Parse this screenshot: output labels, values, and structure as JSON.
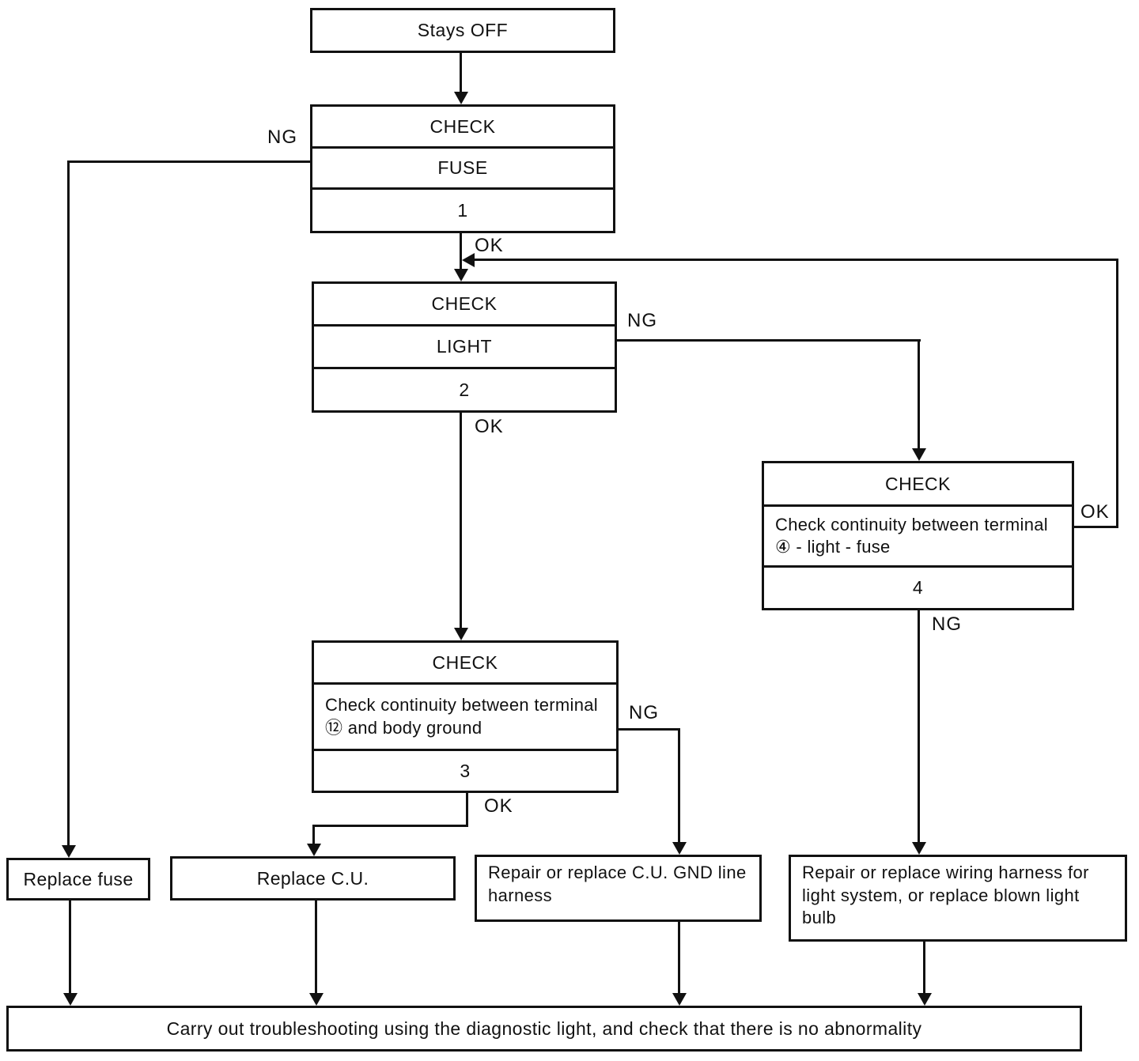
{
  "colors": {
    "ink": "#111111",
    "background": "#ffffff"
  },
  "nodes": {
    "start": {
      "label": "Stays OFF"
    },
    "check_fuse": {
      "header": "CHECK",
      "body": "FUSE",
      "number": "1"
    },
    "check_light": {
      "header": "CHECK",
      "body": "LIGHT",
      "number": "2"
    },
    "check_ground": {
      "header": "CHECK",
      "body": "Check continuity between terminal ⑫ and body ground",
      "number": "3"
    },
    "check_light_fuse": {
      "header": "CHECK",
      "body": "Check continuity between terminal ④ - light - fuse",
      "number": "4"
    },
    "replace_fuse": {
      "label": "Replace fuse"
    },
    "replace_cu": {
      "label": "Replace C.U."
    },
    "repair_gnd": {
      "label": "Repair or replace C.U. GND line harness"
    },
    "repair_wiring": {
      "label": "Repair or replace wiring harness for light system, or replace blown light bulb"
    },
    "final": {
      "label": "Carry out troubleshooting using the diagnostic light, and check that there is no abnormality"
    }
  },
  "edges": {
    "fuse_ng": "NG",
    "fuse_ok": "OK",
    "light_ng": "NG",
    "light_ok": "OK",
    "light_fuse_ok": "OK",
    "light_fuse_ng": "NG",
    "ground_ng": "NG",
    "ground_ok": "OK"
  }
}
